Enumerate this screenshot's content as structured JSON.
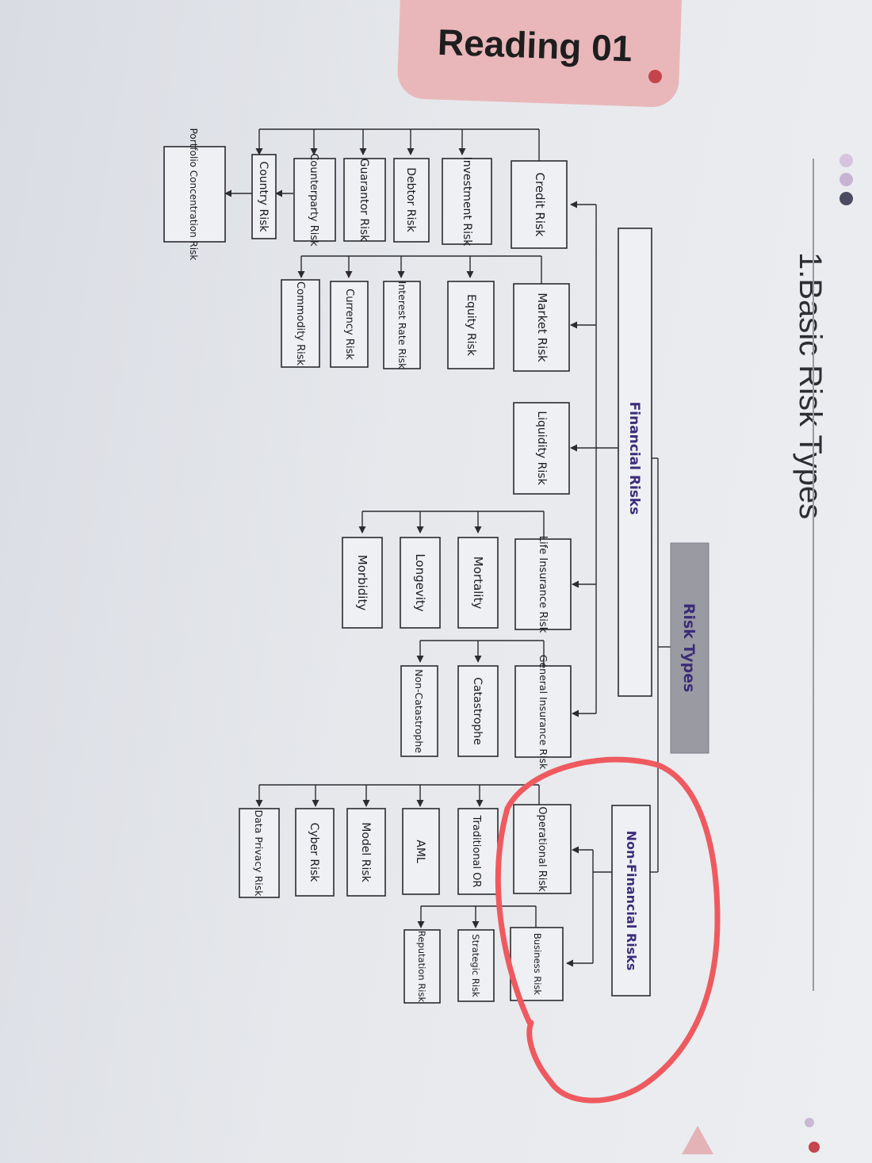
{
  "reading_label": "Reading 01",
  "section_title": "1.Basic Risk Types",
  "colors": {
    "tab_background": "#e9b7ba",
    "accent_dot": "#c5454c",
    "dot_light": "#d6c4df",
    "dot_dark": "#4a4a60",
    "annotation_circle": "#ee5a5f",
    "root_box": "#9a9ba2"
  },
  "diagram": {
    "root": "Risk Types",
    "financial_risks": {
      "label": "Financial Risks",
      "credit_risk": {
        "label": "Credit Risk",
        "children": [
          "Investment Risk",
          "Debtor Risk",
          "Guarantor Risk",
          "Counterparty Risk",
          "Country Risk"
        ],
        "country_child": "Portfolio Concentration Risk"
      },
      "market_risk": {
        "label": "Market Risk",
        "children": [
          "Equity Risk",
          "Interest Rate Risk",
          "Currency Risk",
          "Commodity Risk"
        ]
      },
      "liquidity_risk": {
        "label": "Liquidity Risk"
      },
      "life_insurance_risk": {
        "label": "Life Insurance Risk",
        "children": [
          "Mortality",
          "Longevity",
          "Morbidity"
        ]
      },
      "general_insurance_risk": {
        "label": "General Insurance Risk",
        "children": [
          "Catastrophe",
          "Non-Catastrophe"
        ]
      }
    },
    "non_financial_risks": {
      "label": "Non-Financial Risks",
      "operational_risk": {
        "label": "Operational Risk",
        "children": [
          "Traditional OR",
          "AML",
          "Model Risk",
          "Cyber Risk",
          "Data Privacy Risk"
        ]
      },
      "business_risk": {
        "label": "Business Risk",
        "children": [
          "Strategic Risk",
          "Reputation Risk"
        ]
      }
    }
  }
}
